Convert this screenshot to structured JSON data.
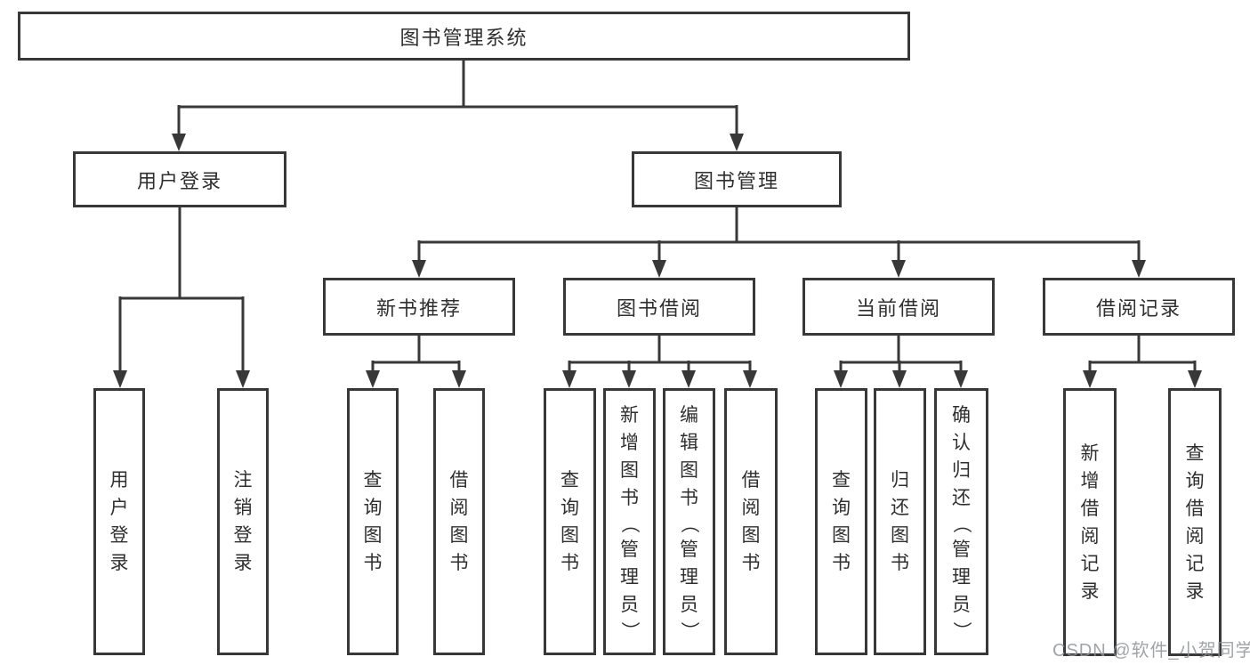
{
  "diagram": {
    "title": "图书管理系统",
    "watermark": "CSDN @软件_小贺同学",
    "colors": {
      "line": "#383838",
      "box_border": "#383838",
      "box_fill": "#ffffff",
      "text": "#2f2f2f",
      "watermark_text": "#919498"
    },
    "user_login": {
      "label": "用户登录",
      "children": [
        {
          "label": "用户登录"
        },
        {
          "label": "注销登录"
        }
      ]
    },
    "book_mgmt": {
      "label": "图书管理",
      "children": [
        {
          "label": "新书推荐",
          "children": [
            {
              "label": "查询图书"
            },
            {
              "label": "借阅图书"
            }
          ]
        },
        {
          "label": "图书借阅",
          "children": [
            {
              "label": "查询图书"
            },
            {
              "label": "新增图书（管理员）"
            },
            {
              "label": "编辑图书（管理员）"
            },
            {
              "label": "借阅图书"
            }
          ]
        },
        {
          "label": "当前借阅",
          "children": [
            {
              "label": "查询图书"
            },
            {
              "label": "归还图书"
            },
            {
              "label": "确认归还（管理员）"
            }
          ]
        },
        {
          "label": "借阅记录",
          "children": [
            {
              "label": "新增借阅记录"
            },
            {
              "label": "查询借阅记录"
            }
          ]
        }
      ]
    }
  }
}
